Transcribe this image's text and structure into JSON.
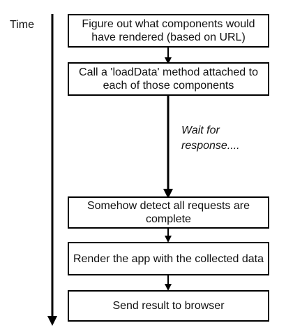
{
  "time_label": "Time",
  "steps": [
    "Figure out what components would have rendered (based on URL)",
    "Call a 'loadData' method attached to each of those components",
    "Somehow detect all requests are complete",
    "Render the app with the collected data",
    "Send result to browser"
  ],
  "wait_note": "Wait for response....",
  "colors": {
    "line": "#000000",
    "box_fill": "#ffffff",
    "text": "#111111"
  }
}
